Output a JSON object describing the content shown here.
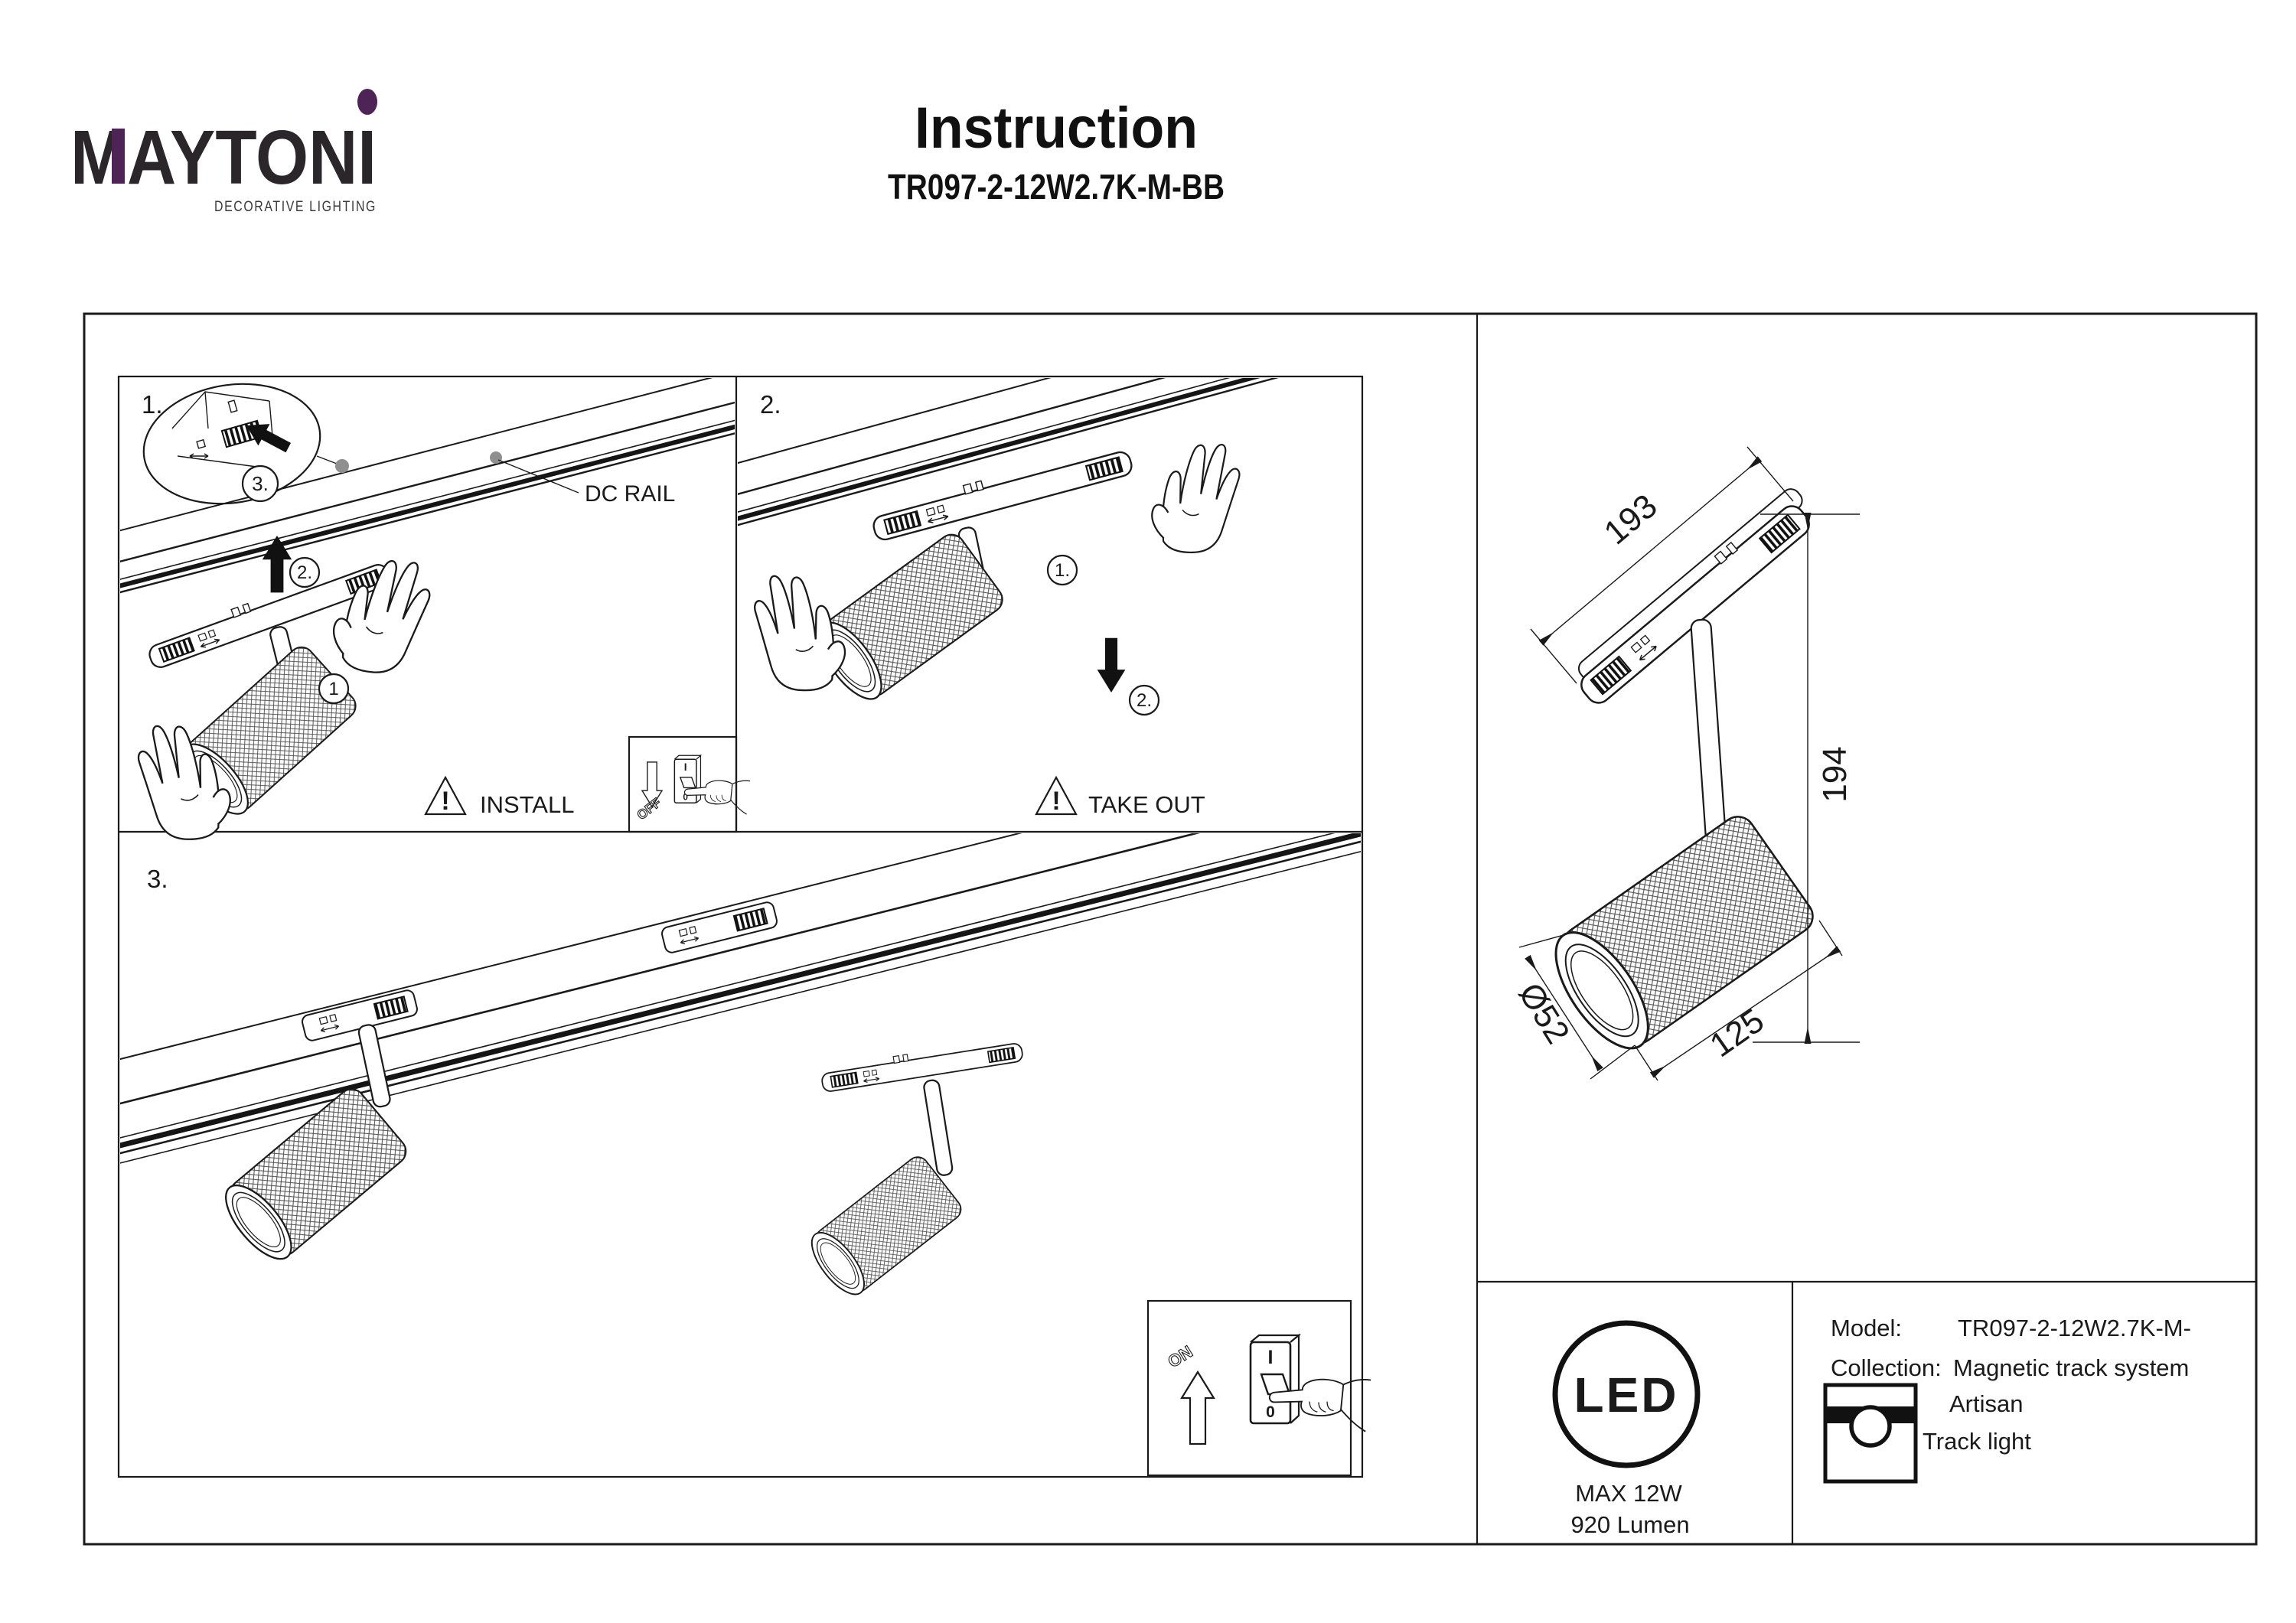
{
  "brand": {
    "name": "MAYTONI",
    "tagline": "DECORATIVE LIGHTING",
    "accent_purple": "#4e2355",
    "ink": "#2b2629"
  },
  "doc": {
    "title": "Instruction",
    "subtitle": "TR097-2-12W2.7K-M-BB"
  },
  "steps": {
    "panel1": {
      "num": "1.",
      "zoom_badge": "3.",
      "rail_label": "DC RAIL",
      "badge_attach": "1",
      "badge_lift": "2.",
      "warning_mark": "!",
      "caption": "INSTALL",
      "switch_label": "OFF",
      "switch_on_glyph": "I",
      "switch_off_glyph": "0"
    },
    "panel2": {
      "num": "2.",
      "badge_hold": "1.",
      "badge_pull": "2.",
      "warning_mark": "!",
      "caption": "TAKE OUT"
    },
    "panel3": {
      "num": "3.",
      "switch_label": "ON",
      "switch_on_glyph": "I",
      "switch_off_glyph": "0"
    }
  },
  "dims": {
    "track_length": "193",
    "total_height": "194",
    "diameter": "Ø52",
    "body_length": "125"
  },
  "led_badge": {
    "text": "LED",
    "max_power": "MAX 12W",
    "flux": "920 Lumen"
  },
  "spec": {
    "model_label": "Model:",
    "model_value": "TR097-2-12W2.7K-M-",
    "collection_label": "Collection:",
    "collection_value": "Magnetic track system",
    "series": "Artisan",
    "type": "Track light"
  },
  "icons": {
    "magnifier": "zoom-ellipse",
    "warning": "triangle-exclamation",
    "switch_off": "rocker-switch-off",
    "switch_on": "rocker-switch-on",
    "arrow_up": "block-arrow-up",
    "arrow_down": "block-arrow-down",
    "led": "led-round-badge",
    "track_light": "track-light-square-icon"
  }
}
